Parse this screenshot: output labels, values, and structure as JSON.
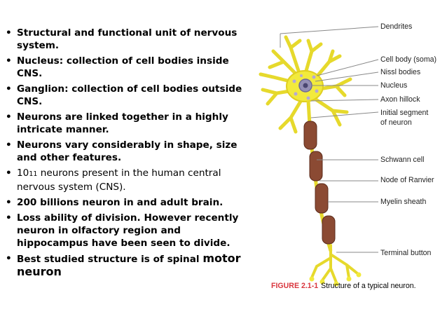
{
  "bullets": [
    {
      "text": "Structural and functional unit of nervous system."
    },
    {
      "text": "Nucleus: collection of cell bodies inside CNS."
    },
    {
      "text": "Ganglion: collection of cell bodies outside CNS."
    },
    {
      "text": "Neurons are linked together in a highly intricate manner."
    },
    {
      "text": "Neurons vary considerably in shape, size and other features."
    },
    {
      "pre": "10",
      "sup": "11",
      "post": " neurons present in the human central nervous system (CNS)."
    },
    {
      "text": "200 billions neuron in and adult brain."
    },
    {
      "text": "Loss ability of division. However recently neuron in olfactory region and hippocampus have been seen to divide."
    },
    {
      "text": "Best studied structure is of spinal ",
      "big": "motor neuron"
    }
  ],
  "figure": {
    "labels": {
      "dendrites": "Dendrites",
      "cell_body": "Cell body (soma)",
      "nissl": "Nissl bodies",
      "nucleus": "Nucleus",
      "axon_hillock": "Axon hillock",
      "initial_segment_1": "Initial segment",
      "initial_segment_2": "of neuron",
      "schwann": "Schwann cell",
      "ranvier": "Node of Ranvier",
      "myelin": "Myelin sheath",
      "terminal": "Terminal button"
    },
    "caption_number": "FIGURE 2.1-1",
    "caption_text": "Structure of a typical neuron.",
    "colors": {
      "cell": "#f2ea3c",
      "myelin": "#8b4a33",
      "caption_red": "#d9363e"
    }
  }
}
